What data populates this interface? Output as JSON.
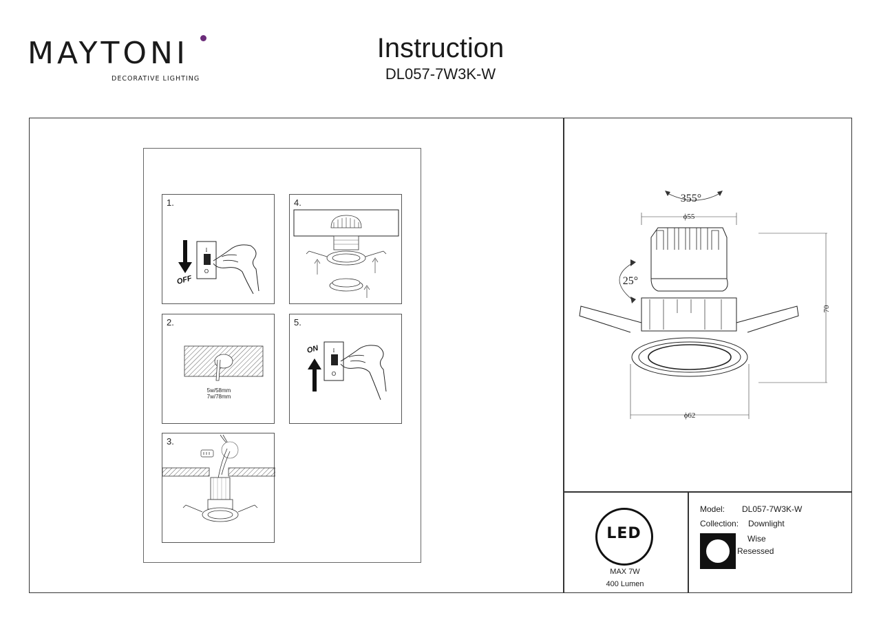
{
  "brand": {
    "name": "MAYTONI",
    "tagline": "DECORATIVE LIGHTING",
    "accent_color": "#6b2c7a"
  },
  "header": {
    "title": "Instruction",
    "model_code": "DL057-7W3K-W"
  },
  "steps": [
    {
      "number": "1.",
      "switch_label": "OFF",
      "switch_on_mark": "I",
      "switch_off_mark": "O"
    },
    {
      "number": "2.",
      "dimensions": [
        "5w/58mm",
        "7w/78mm"
      ]
    },
    {
      "number": "3."
    },
    {
      "number": "4."
    },
    {
      "number": "5.",
      "switch_label": "ON",
      "switch_on_mark": "I",
      "switch_off_mark": "O"
    }
  ],
  "drawing": {
    "rotation_label": "355°",
    "tilt_label": "25°",
    "top_diameter": "ϕ55",
    "bottom_diameter": "ϕ62",
    "height": "70"
  },
  "specs": {
    "led_badge": "LED",
    "max_power": "MAX 7W",
    "lumen": "400 Lumen",
    "model_label": "Model:",
    "model_value": "DL057-7W3K-W",
    "collection_label": "Collection:",
    "collection_value": "Downlight",
    "series_name": "Wise",
    "series_type": "Resessed"
  }
}
